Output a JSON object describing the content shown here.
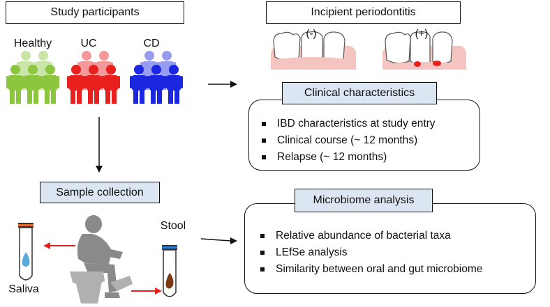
{
  "participants": {
    "title": "Study participants",
    "groups": [
      {
        "label": "Healthy",
        "color": "#8cc63f"
      },
      {
        "label": "UC",
        "color": "#e8201e"
      },
      {
        "label": "CD",
        "color": "#1a26e0"
      }
    ]
  },
  "periodontitis": {
    "title": "Incipient periodontitis",
    "negative_label": "(-)",
    "positive_label": "(+)"
  },
  "clinical": {
    "title": "Clinical characteristics",
    "items": [
      "IBD characteristics at study entry",
      "Clinical course (~ 12 months)",
      "Relapse (~ 12 months)"
    ]
  },
  "sample": {
    "title": "Sample collection",
    "saliva_label": "Saliva",
    "stool_label": "Stool"
  },
  "microbiome": {
    "title": "Microbiome analysis",
    "items": [
      "Relative abundance of bacterial taxa",
      "LEfSe analysis",
      "Similarity between oral and gut microbiome"
    ]
  }
}
